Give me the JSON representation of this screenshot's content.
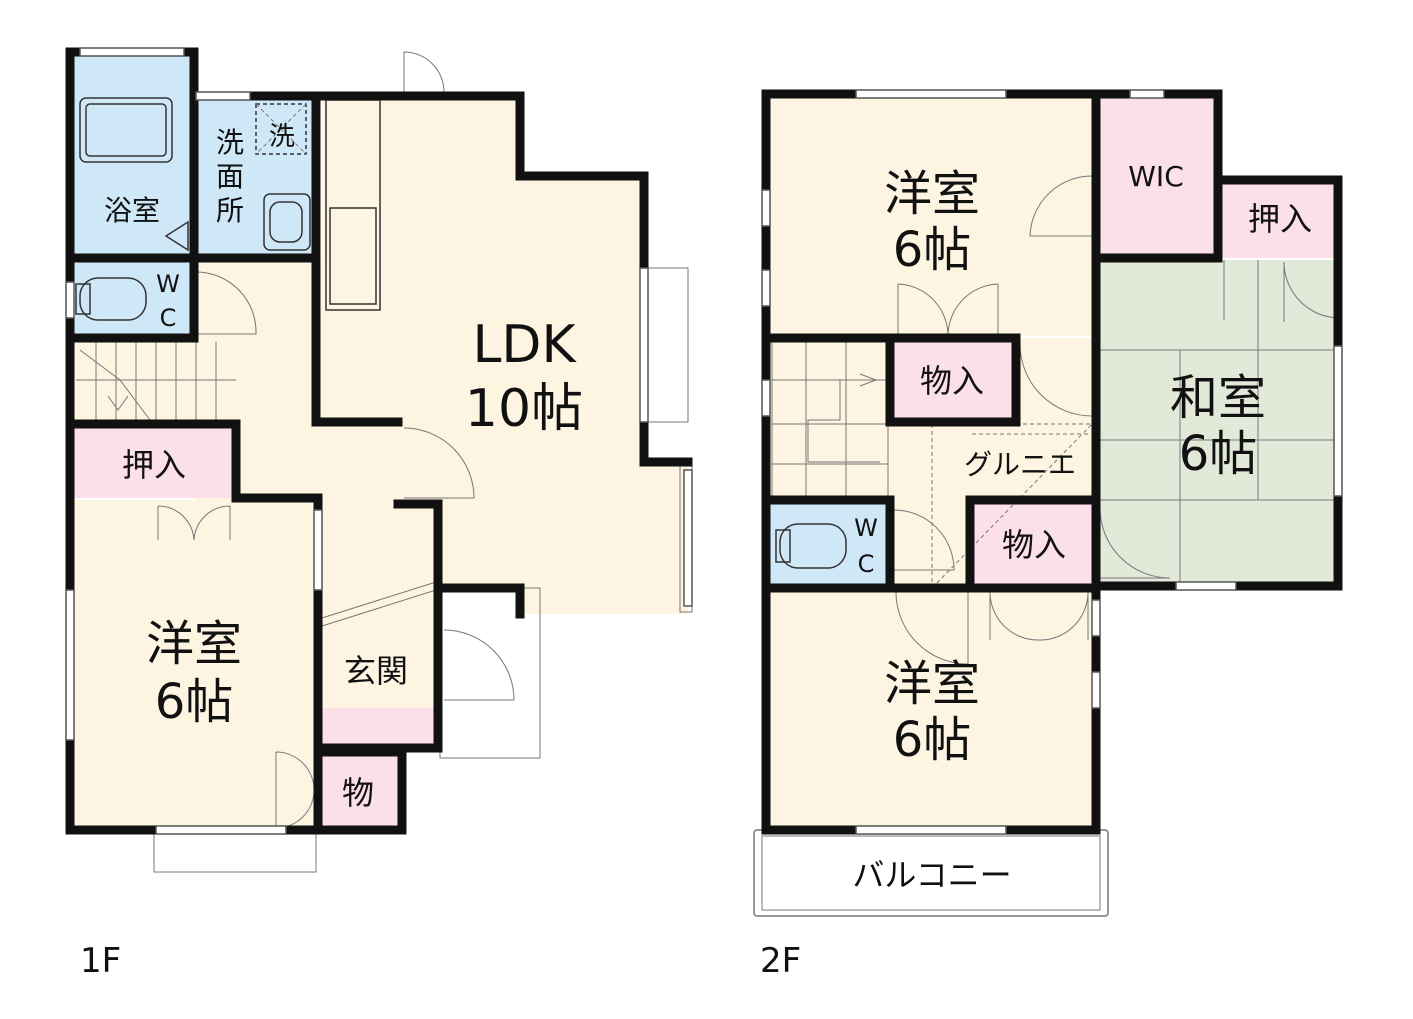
{
  "colors": {
    "room": "#fdf5e2",
    "wet": "#cfe8f8",
    "storage": "#fbe0ea",
    "tatami": "#e2e9d8",
    "wall": "#111111",
    "line": "#333333"
  },
  "floor1": {
    "label": "1F",
    "bath": "浴室",
    "washroom": "洗面所",
    "washer": "洗",
    "wc": "WC",
    "ldk_name": "LDK",
    "ldk_size": "10帖",
    "closet": "押入",
    "western_name": "洋室",
    "western_size": "6帖",
    "entrance": "玄関",
    "storage": "物"
  },
  "floor2": {
    "label": "2F",
    "western_a_name": "洋室",
    "western_a_size": "6帖",
    "wic": "WIC",
    "closet": "押入",
    "japanese_name": "和室",
    "japanese_size": "6帖",
    "storage_a": "物入",
    "grunie": "グルニエ",
    "wc": "WC",
    "storage_b": "物入",
    "western_b_name": "洋室",
    "western_b_size": "6帖",
    "balcony": "バルコニー"
  }
}
